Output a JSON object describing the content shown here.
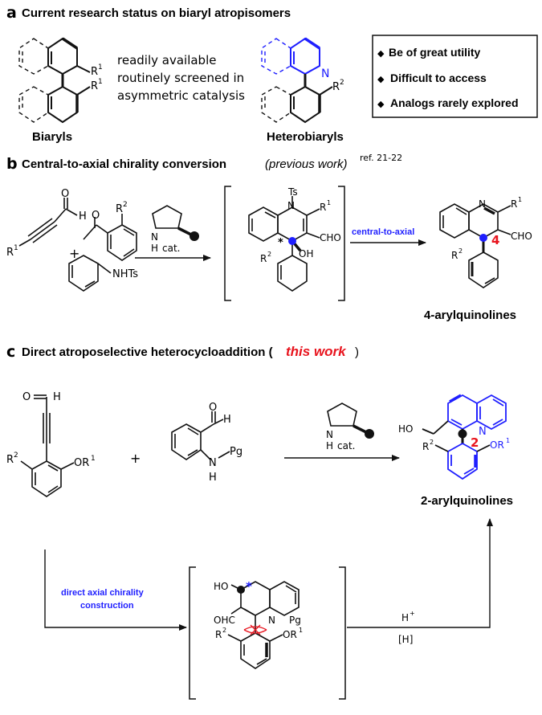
{
  "colors": {
    "blue": "#1f1fff",
    "red": "#e8141e",
    "black": "#111111"
  },
  "sectionA": {
    "letter": "a",
    "title": "Current research status on biaryl atropisomers",
    "features": [
      "readily available",
      "routinely screened in",
      "asymmetric catalysis"
    ],
    "biaryls_label": "Biaryls",
    "heterobiaryls_label": "Heterobiaryls",
    "r1_top": "R",
    "r1_top_sup": "1",
    "r1_bot": "R",
    "r1_bot_sup": "1",
    "r2": "R",
    "r2_sup": "2",
    "n_label": "N",
    "box_items": [
      "Be of  great utility",
      "Difficult to access",
      "Analogs rarely explored"
    ]
  },
  "sectionB": {
    "letter": "b",
    "title": "Central-to-axial chirality conversion",
    "title_italic": "(previous work)",
    "ref": "ref. 21-22",
    "o": "O",
    "h": "H",
    "r1": "R",
    "r1_sup": "1",
    "plus": "+",
    "r2": "R",
    "r2_sup": "2",
    "o2": "O",
    "nhts": "NHTs",
    "cat_h": "H",
    "cat": "cat.",
    "ts": "Ts",
    "n": "N",
    "int_r1": "R",
    "int_r1_sup": "1",
    "star": "*",
    "oh": "OH",
    "cho": "CHO",
    "int_r2": "R",
    "int_r2_sup": "2",
    "arrow_label": "central-to-axial",
    "prod_n": "N",
    "prod_r1": "R",
    "prod_r1_sup": "1",
    "prod_cho": "CHO",
    "prod_num": "4",
    "prod_r2": "R",
    "prod_r2_sup": "2",
    "product_label": "4-arylquinolines"
  },
  "sectionC": {
    "letter": "c",
    "title": "Direct atroposelective heterocycloaddition (",
    "title_italic": "this work",
    "title_end": ")",
    "o": "O",
    "h": "H",
    "r2": "R",
    "r2_sup": "2",
    "or1": "OR",
    "or1_sup": "1",
    "plus": "+",
    "o2": "O",
    "h2": "H",
    "n": "N",
    "nh": "H",
    "pg": "Pg",
    "cat_h": "H",
    "cat": "cat.",
    "ho": "HO",
    "prod_n": "N",
    "prod_num": "2",
    "prod_r2": "R",
    "prod_r2_sup": "2",
    "prod_or1": "OR",
    "prod_or1_sup": "1",
    "product_label": "2-arylquinolines",
    "arrow_label_1": "direct axial chirality",
    "arrow_label_2": "construction",
    "int_ho": "HO",
    "int_star": "*",
    "int_n": "N",
    "int_pg": "Pg",
    "int_ohc": "OHC",
    "int_r2": "R",
    "int_r2_sup": "2",
    "int_or1": "OR",
    "int_or1_sup": "1",
    "hplus": "H",
    "hplus_sup": "+",
    "h_reduct": "[H]"
  }
}
